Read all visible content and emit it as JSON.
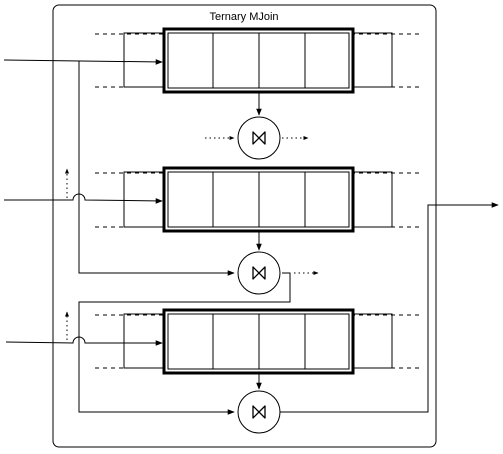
{
  "diagram": {
    "title": "Ternary MJoin",
    "colors": {
      "line": "#000000",
      "background": "#ffffff"
    },
    "join_symbol": "bowtie-join-icon",
    "windows": [
      {
        "name": "window-1",
        "cells": 4
      },
      {
        "name": "window-2",
        "cells": 4
      },
      {
        "name": "window-3",
        "cells": 4
      }
    ],
    "join_operators": 3,
    "inputs": 3,
    "outputs": 1
  }
}
